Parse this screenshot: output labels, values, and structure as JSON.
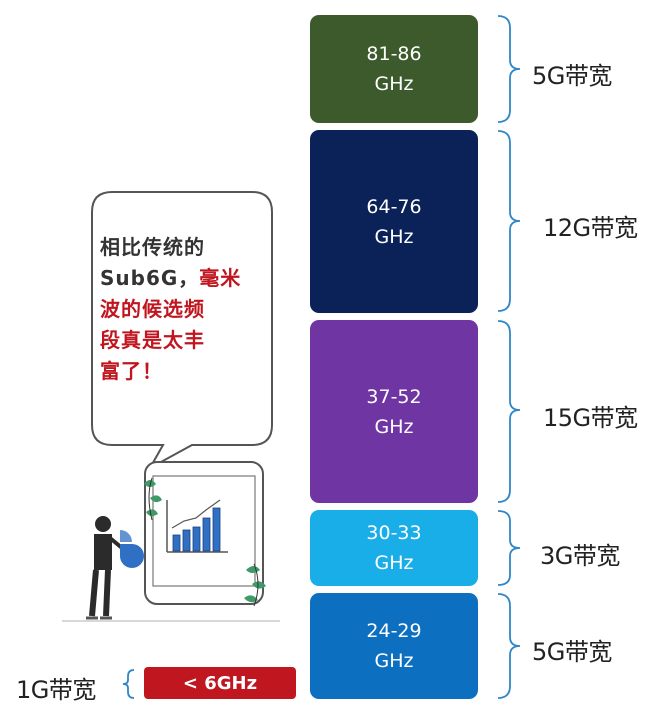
{
  "bands": [
    {
      "range": "81-86",
      "unit": "GHz",
      "bandwidth": "5G带宽",
      "color": "#3c5a2b"
    },
    {
      "range": "64-76",
      "unit": "GHz",
      "bandwidth": "12G带宽",
      "color": "#0b2259"
    },
    {
      "range": "37-52",
      "unit": "GHz",
      "bandwidth": "15G带宽",
      "color": "#6f35a3"
    },
    {
      "range": "30-33",
      "unit": "GHz",
      "bandwidth": "3G带宽",
      "color": "#1aaee8"
    },
    {
      "range": "24-29",
      "unit": "GHz",
      "bandwidth": "5G带宽",
      "color": "#0d6fc0"
    }
  ],
  "sub6": {
    "label": "< 6GHz",
    "bandwidth": "1G带宽",
    "color": "#c0161f"
  },
  "bubble": {
    "line1": "相比传统的",
    "line2_dark": "Sub6G，",
    "line2_red": "毫米",
    "line3": "波的候选频",
    "line4": "段真是太丰",
    "line5": "富了！"
  }
}
